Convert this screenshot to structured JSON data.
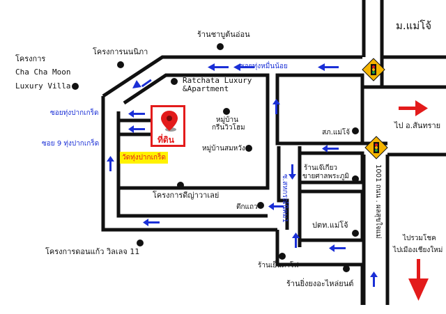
{
  "labels": {
    "mae_jo_university": "ม.แม่โจ้",
    "cha_cha_moon_1": "โครงการ",
    "cha_cha_moon_2": "Cha Cha Moon",
    "cha_cha_moon_3": "Luxury Villa",
    "nonnipa": "โครงการนนนิภา",
    "chaboo_tonon": "ร้านชาบูต้นอ่อน",
    "ratchata_1": "Ratchata Luxury",
    "ratchata_2": "&Apartment",
    "soi_moen_noi": "ซอยทุ่งหมื่นน้อย",
    "soi_pak_kret": "ซอยทุ่งปากเกร็ด",
    "soi_9": "ซอย 9 ทุ่งปากเกร็ด",
    "village_kreen_1": "หมู่บ้าน",
    "village_kreen_2": "กรีนวิวโฮม",
    "village_somwang": "หมู่บ้านสมหวัง",
    "site": "ที่ดิน",
    "temple": "วัดทุ่งปากเกร็ด",
    "dinyawalay": "โครงการดีญ่าวาเลย่",
    "sakon_maejo": "สภ.แม่โจ้",
    "to_san_sai": "ไป อ.สันทราย",
    "jiaw_kiaw_1": "ร้านเจ๊เกียว",
    "jiaw_kiaw_2": "ขายศาลพระภูมิ",
    "soi_sahakorn": "ซ.สหกรณ์นิคม1",
    "tuek_thaew": "ตึกแถว",
    "post_office": "ปตท.แม่โจ้",
    "donkaew": "โครงการดอนแก้ว วิลเลจ 11",
    "yen_ta_fo": "ร้านเย็นตาโฟ",
    "yingyong": "ร้านยิ่งยงอะไหล่ยนต์",
    "highway_1001": "1001 ถนน . ผลสุขใจแม่",
    "to_chiangmai_1": "ไปรวมโชค",
    "to_chiangmai_2": "ไปเมืองเชียงใหม่"
  },
  "colors": {
    "road": "#111111",
    "arrow_blue": "#1a2fd6",
    "arrow_red": "#e31b1b",
    "site_border": "#e31b1b",
    "temple_bg": "#fff200",
    "signal_diamond": "#f5b400"
  },
  "icons": {
    "pin": "map-pin-icon",
    "traffic_light": "traffic-light-icon"
  }
}
